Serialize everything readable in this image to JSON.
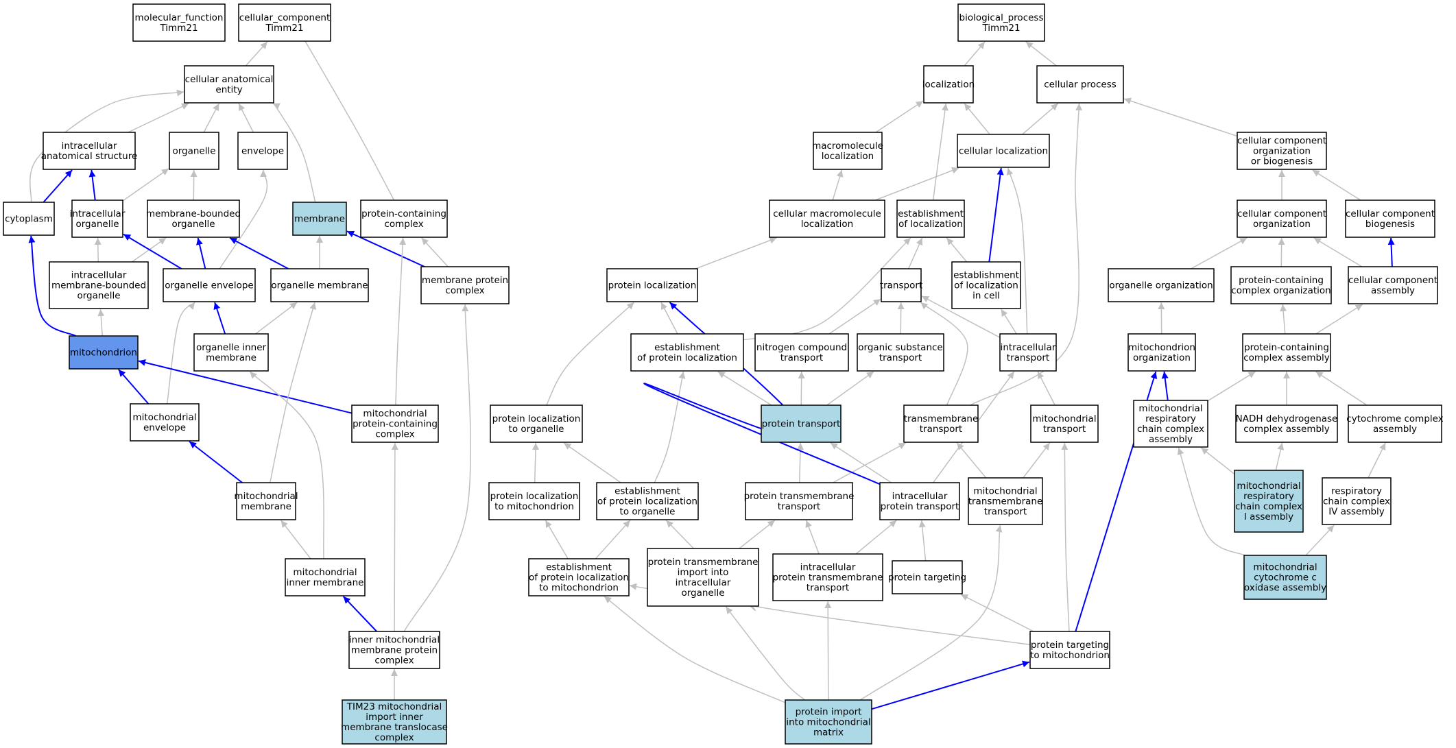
{
  "colors": {
    "node_default": "#ffffff",
    "node_highlight": "#add8e6",
    "node_focus": "#6495ed",
    "edge_is_a": "#c0c0c0",
    "edge_part_of": "#0000ff",
    "border": "#000000"
  },
  "nodes": [
    {
      "id": "mf_root",
      "lines": [
        "molecular_function",
        "Timm21"
      ],
      "fill": "default"
    },
    {
      "id": "cc_root",
      "lines": [
        "cellular_component",
        "Timm21"
      ],
      "fill": "default"
    },
    {
      "id": "bp_root",
      "lines": [
        "biological_process",
        "Timm21"
      ],
      "fill": "default"
    },
    {
      "id": "cae",
      "lines": [
        "cellular anatomical",
        "entity"
      ],
      "fill": "default"
    },
    {
      "id": "ias",
      "lines": [
        "intracellular",
        "anatomical structure"
      ],
      "fill": "default"
    },
    {
      "id": "organelle",
      "lines": [
        "organelle"
      ],
      "fill": "default"
    },
    {
      "id": "envelope",
      "lines": [
        "envelope"
      ],
      "fill": "default"
    },
    {
      "id": "cytoplasm",
      "lines": [
        "cytoplasm"
      ],
      "fill": "default"
    },
    {
      "id": "ic_org",
      "lines": [
        "intracellular",
        "organelle"
      ],
      "fill": "default"
    },
    {
      "id": "mb_org",
      "lines": [
        "membrane-bounded",
        "organelle"
      ],
      "fill": "default"
    },
    {
      "id": "membrane",
      "lines": [
        "membrane"
      ],
      "fill": "highlight"
    },
    {
      "id": "pcc",
      "lines": [
        "protein-containing",
        "complex"
      ],
      "fill": "default"
    },
    {
      "id": "imbo",
      "lines": [
        "intracellular",
        "membrane-bounded",
        "organelle"
      ],
      "fill": "default"
    },
    {
      "id": "org_env",
      "lines": [
        "organelle envelope"
      ],
      "fill": "default"
    },
    {
      "id": "org_mem",
      "lines": [
        "organelle membrane"
      ],
      "fill": "default"
    },
    {
      "id": "mpc",
      "lines": [
        "membrane protein",
        "complex"
      ],
      "fill": "default"
    },
    {
      "id": "mito",
      "lines": [
        "mitochondrion"
      ],
      "fill": "focus"
    },
    {
      "id": "oim",
      "lines": [
        "organelle inner",
        "membrane"
      ],
      "fill": "default"
    },
    {
      "id": "mito_env",
      "lines": [
        "mitochondrial",
        "envelope"
      ],
      "fill": "default"
    },
    {
      "id": "mpcc",
      "lines": [
        "mitochondrial",
        "protein-containing",
        "complex"
      ],
      "fill": "default"
    },
    {
      "id": "mito_mem",
      "lines": [
        "mitochondrial",
        "membrane"
      ],
      "fill": "default"
    },
    {
      "id": "mim",
      "lines": [
        "mitochondrial",
        "inner membrane"
      ],
      "fill": "default"
    },
    {
      "id": "imm_pc",
      "lines": [
        "inner mitochondrial",
        "membrane protein",
        "complex"
      ],
      "fill": "default"
    },
    {
      "id": "tim23",
      "lines": [
        "TIM23 mitochondrial",
        "import inner",
        "membrane translocase",
        "complex"
      ],
      "fill": "highlight"
    },
    {
      "id": "localization",
      "lines": [
        "localization"
      ],
      "fill": "default"
    },
    {
      "id": "cell_proc",
      "lines": [
        "cellular process"
      ],
      "fill": "default"
    },
    {
      "id": "macro_loc",
      "lines": [
        "macromolecule",
        "localization"
      ],
      "fill": "default"
    },
    {
      "id": "cell_loc",
      "lines": [
        "cellular localization"
      ],
      "fill": "default"
    },
    {
      "id": "cc_org_bio",
      "lines": [
        "cellular component",
        "organization",
        "or biogenesis"
      ],
      "fill": "default"
    },
    {
      "id": "cml",
      "lines": [
        "cellular macromolecule",
        "localization"
      ],
      "fill": "default"
    },
    {
      "id": "est_loc",
      "lines": [
        "establishment",
        "of localization"
      ],
      "fill": "default"
    },
    {
      "id": "cc_org",
      "lines": [
        "cellular component",
        "organization"
      ],
      "fill": "default"
    },
    {
      "id": "cc_bio",
      "lines": [
        "cellular component",
        "biogenesis"
      ],
      "fill": "default"
    },
    {
      "id": "prot_loc",
      "lines": [
        "protein localization"
      ],
      "fill": "default"
    },
    {
      "id": "transport",
      "lines": [
        "transport"
      ],
      "fill": "default"
    },
    {
      "id": "est_loc_cell",
      "lines": [
        "establishment",
        "of localization",
        "in cell"
      ],
      "fill": "default"
    },
    {
      "id": "org_org",
      "lines": [
        "organelle organization"
      ],
      "fill": "default"
    },
    {
      "id": "pcc_org",
      "lines": [
        "protein-containing",
        "complex organization"
      ],
      "fill": "default"
    },
    {
      "id": "cc_assembly",
      "lines": [
        "cellular component",
        "assembly"
      ],
      "fill": "default"
    },
    {
      "id": "est_prot_loc",
      "lines": [
        "establishment",
        "of protein localization"
      ],
      "fill": "default"
    },
    {
      "id": "nc_transport",
      "lines": [
        "nitrogen compound",
        "transport"
      ],
      "fill": "default"
    },
    {
      "id": "os_transport",
      "lines": [
        "organic substance",
        "transport"
      ],
      "fill": "default"
    },
    {
      "id": "ic_transport",
      "lines": [
        "intracellular",
        "transport"
      ],
      "fill": "default"
    },
    {
      "id": "mito_org",
      "lines": [
        "mitochondrion",
        "organization"
      ],
      "fill": "default"
    },
    {
      "id": "pcc_assembly",
      "lines": [
        "protein-containing",
        "complex assembly"
      ],
      "fill": "default"
    },
    {
      "id": "pl_org",
      "lines": [
        "protein localization",
        "to organelle"
      ],
      "fill": "default"
    },
    {
      "id": "prot_transport",
      "lines": [
        "protein transport"
      ],
      "fill": "highlight"
    },
    {
      "id": "tm_transport",
      "lines": [
        "transmembrane",
        "transport"
      ],
      "fill": "default"
    },
    {
      "id": "mito_transport",
      "lines": [
        "mitochondrial",
        "transport"
      ],
      "fill": "default"
    },
    {
      "id": "mrcca",
      "lines": [
        "mitochondrial",
        "respiratory",
        "chain complex",
        "assembly"
      ],
      "fill": "default"
    },
    {
      "id": "nadh",
      "lines": [
        "NADH dehydrogenase",
        "complex assembly"
      ],
      "fill": "default"
    },
    {
      "id": "cyt_cx",
      "lines": [
        "cytochrome complex",
        "assembly"
      ],
      "fill": "default"
    },
    {
      "id": "pl_mito",
      "lines": [
        "protein localization",
        "to mitochondrion"
      ],
      "fill": "default"
    },
    {
      "id": "epl_org",
      "lines": [
        "establishment",
        "of protein localization",
        "to organelle"
      ],
      "fill": "default"
    },
    {
      "id": "ptm_transport",
      "lines": [
        "protein transmembrane",
        "transport"
      ],
      "fill": "default"
    },
    {
      "id": "ic_prot_transport",
      "lines": [
        "intracellular",
        "protein transport"
      ],
      "fill": "default"
    },
    {
      "id": "mtm_transport",
      "lines": [
        "mitochondrial",
        "transmembrane",
        "transport"
      ],
      "fill": "default"
    },
    {
      "id": "mrcc1",
      "lines": [
        "mitochondrial",
        "respiratory",
        "chain complex",
        "I assembly"
      ],
      "fill": "highlight"
    },
    {
      "id": "rcc4",
      "lines": [
        "respiratory",
        "chain complex",
        "IV assembly"
      ],
      "fill": "default"
    },
    {
      "id": "epl_mito",
      "lines": [
        "establishment",
        "of protein localization",
        "to mitochondrion"
      ],
      "fill": "default"
    },
    {
      "id": "ptm_import",
      "lines": [
        "protein transmembrane",
        "import into",
        "intracellular",
        "organelle"
      ],
      "fill": "default"
    },
    {
      "id": "ic_ptm_transport",
      "lines": [
        "intracellular",
        "protein transmembrane",
        "transport"
      ],
      "fill": "default"
    },
    {
      "id": "prot_targeting",
      "lines": [
        "protein targeting"
      ],
      "fill": "default"
    },
    {
      "id": "mcco",
      "lines": [
        "mitochondrial",
        "cytochrome c",
        "oxidase assembly"
      ],
      "fill": "highlight"
    },
    {
      "id": "pt_mito",
      "lines": [
        "protein targeting",
        "to mitochondrion"
      ],
      "fill": "default"
    },
    {
      "id": "pimm",
      "lines": [
        "protein import",
        "into mitochondrial",
        "matrix"
      ],
      "fill": "highlight"
    }
  ],
  "edges": [
    {
      "from": "cae",
      "to": "cc_root",
      "type": "is_a"
    },
    {
      "from": "pcc",
      "to": "cc_root",
      "type": "is_a"
    },
    {
      "from": "ias",
      "to": "cae",
      "type": "is_a"
    },
    {
      "from": "organelle",
      "to": "cae",
      "type": "is_a"
    },
    {
      "from": "envelope",
      "to": "cae",
      "type": "is_a"
    },
    {
      "from": "membrane",
      "to": "cae",
      "type": "is_a"
    },
    {
      "from": "cytoplasm",
      "to": "cae",
      "type": "is_a"
    },
    {
      "from": "cytoplasm",
      "to": "ias",
      "type": "part_of"
    },
    {
      "from": "ic_org",
      "to": "ias",
      "type": "part_of"
    },
    {
      "from": "ic_org",
      "to": "organelle",
      "type": "is_a"
    },
    {
      "from": "mb_org",
      "to": "organelle",
      "type": "is_a"
    },
    {
      "from": "imbo",
      "to": "ic_org",
      "type": "is_a"
    },
    {
      "from": "imbo",
      "to": "mb_org",
      "type": "is_a"
    },
    {
      "from": "org_env",
      "to": "ic_org",
      "type": "part_of"
    },
    {
      "from": "org_env",
      "to": "envelope",
      "type": "is_a"
    },
    {
      "from": "org_env",
      "to": "mb_org",
      "type": "part_of"
    },
    {
      "from": "org_mem",
      "to": "mb_org",
      "type": "part_of"
    },
    {
      "from": "org_mem",
      "to": "membrane",
      "type": "is_a"
    },
    {
      "from": "mpc",
      "to": "membrane",
      "type": "part_of"
    },
    {
      "from": "mpc",
      "to": "pcc",
      "type": "is_a"
    },
    {
      "from": "mito",
      "to": "cytoplasm",
      "type": "part_of"
    },
    {
      "from": "mito",
      "to": "imbo",
      "type": "is_a"
    },
    {
      "from": "oim",
      "to": "org_env",
      "type": "part_of"
    },
    {
      "from": "oim",
      "to": "org_mem",
      "type": "is_a"
    },
    {
      "from": "mito_env",
      "to": "mito",
      "type": "part_of"
    },
    {
      "from": "mito_env",
      "to": "org_env",
      "type": "is_a"
    },
    {
      "from": "mpcc",
      "to": "mito",
      "type": "part_of"
    },
    {
      "from": "mpcc",
      "to": "pcc",
      "type": "is_a"
    },
    {
      "from": "mito_mem",
      "to": "mito_env",
      "type": "part_of"
    },
    {
      "from": "mito_mem",
      "to": "org_mem",
      "type": "is_a"
    },
    {
      "from": "mim",
      "to": "mito_mem",
      "type": "is_a"
    },
    {
      "from": "mim",
      "to": "oim",
      "type": "is_a"
    },
    {
      "from": "imm_pc",
      "to": "mim",
      "type": "part_of"
    },
    {
      "from": "imm_pc",
      "to": "mpcc",
      "type": "is_a"
    },
    {
      "from": "imm_pc",
      "to": "mpc",
      "type": "is_a"
    },
    {
      "from": "tim23",
      "to": "imm_pc",
      "type": "is_a"
    },
    {
      "from": "localization",
      "to": "bp_root",
      "type": "is_a"
    },
    {
      "from": "cell_proc",
      "to": "bp_root",
      "type": "is_a"
    },
    {
      "from": "macro_loc",
      "to": "localization",
      "type": "is_a"
    },
    {
      "from": "cell_loc",
      "to": "localization",
      "type": "is_a"
    },
    {
      "from": "cell_loc",
      "to": "cell_proc",
      "type": "is_a"
    },
    {
      "from": "cc_org_bio",
      "to": "cell_proc",
      "type": "is_a"
    },
    {
      "from": "cml",
      "to": "macro_loc",
      "type": "is_a"
    },
    {
      "from": "cml",
      "to": "cell_loc",
      "type": "is_a"
    },
    {
      "from": "est_loc",
      "to": "localization",
      "type": "is_a"
    },
    {
      "from": "cc_org",
      "to": "cc_org_bio",
      "type": "is_a"
    },
    {
      "from": "cc_bio",
      "to": "cc_org_bio",
      "type": "is_a"
    },
    {
      "from": "prot_loc",
      "to": "cml",
      "type": "is_a"
    },
    {
      "from": "transport",
      "to": "est_loc",
      "type": "is_a"
    },
    {
      "from": "est_loc_cell",
      "to": "est_loc",
      "type": "is_a"
    },
    {
      "from": "est_loc_cell",
      "to": "cell_loc",
      "type": "part_of"
    },
    {
      "from": "org_org",
      "to": "cc_org",
      "type": "is_a"
    },
    {
      "from": "pcc_org",
      "to": "cc_org",
      "type": "is_a"
    },
    {
      "from": "cc_assembly",
      "to": "cc_org",
      "type": "is_a"
    },
    {
      "from": "cc_assembly",
      "to": "cc_bio",
      "type": "part_of"
    },
    {
      "from": "est_prot_loc",
      "to": "prot_loc",
      "type": "is_a"
    },
    {
      "from": "est_prot_loc",
      "to": "est_loc",
      "type": "is_a"
    },
    {
      "from": "nc_transport",
      "to": "transport",
      "type": "is_a"
    },
    {
      "from": "os_transport",
      "to": "transport",
      "type": "is_a"
    },
    {
      "from": "ic_transport",
      "to": "transport",
      "type": "is_a"
    },
    {
      "from": "ic_transport",
      "to": "est_loc_cell",
      "type": "is_a"
    },
    {
      "from": "ic_transport",
      "to": "cell_loc",
      "type": "is_a"
    },
    {
      "from": "mito_org",
      "to": "org_org",
      "type": "is_a"
    },
    {
      "from": "pcc_assembly",
      "to": "pcc_org",
      "type": "is_a"
    },
    {
      "from": "pcc_assembly",
      "to": "cc_assembly",
      "type": "is_a"
    },
    {
      "from": "pl_org",
      "to": "prot_loc",
      "type": "is_a"
    },
    {
      "from": "prot_transport",
      "to": "est_prot_loc",
      "type": "is_a"
    },
    {
      "from": "prot_transport",
      "to": "nc_transport",
      "type": "is_a"
    },
    {
      "from": "prot_transport",
      "to": "os_transport",
      "type": "is_a"
    },
    {
      "from": "tm_transport",
      "to": "transport",
      "type": "is_a"
    },
    {
      "from": "tm_transport",
      "to": "cell_proc",
      "type": "is_a"
    },
    {
      "from": "mito_transport",
      "to": "ic_transport",
      "type": "is_a"
    },
    {
      "from": "mrcca",
      "to": "mito_org",
      "type": "part_of"
    },
    {
      "from": "mrcca",
      "to": "pcc_assembly",
      "type": "is_a"
    },
    {
      "from": "nadh",
      "to": "pcc_assembly",
      "type": "is_a"
    },
    {
      "from": "cyt_cx",
      "to": "pcc_assembly",
      "type": "is_a"
    },
    {
      "from": "pl_mito",
      "to": "pl_org",
      "type": "is_a"
    },
    {
      "from": "epl_org",
      "to": "pl_org",
      "type": "is_a"
    },
    {
      "from": "epl_org",
      "to": "est_prot_loc",
      "type": "is_a"
    },
    {
      "from": "ptm_transport",
      "to": "prot_transport",
      "type": "is_a"
    },
    {
      "from": "ptm_transport",
      "to": "tm_transport",
      "type": "is_a"
    },
    {
      "from": "ic_prot_transport",
      "to": "prot_loc",
      "type": "part_of"
    },
    {
      "from": "ic_prot_transport",
      "to": "prot_transport",
      "type": "is_a"
    },
    {
      "from": "ic_prot_transport",
      "to": "ic_transport",
      "type": "is_a"
    },
    {
      "from": "mtm_transport",
      "to": "tm_transport",
      "type": "is_a"
    },
    {
      "from": "mtm_transport",
      "to": "mito_transport",
      "type": "is_a"
    },
    {
      "from": "mrcc1",
      "to": "mrcca",
      "type": "is_a"
    },
    {
      "from": "mrcc1",
      "to": "nadh",
      "type": "is_a"
    },
    {
      "from": "rcc4",
      "to": "cyt_cx",
      "type": "is_a"
    },
    {
      "from": "epl_mito",
      "to": "pl_mito",
      "type": "is_a"
    },
    {
      "from": "epl_mito",
      "to": "epl_org",
      "type": "is_a"
    },
    {
      "from": "ptm_import",
      "to": "epl_org",
      "type": "is_a"
    },
    {
      "from": "ptm_import",
      "to": "ptm_transport",
      "type": "is_a"
    },
    {
      "from": "ic_ptm_transport",
      "to": "ptm_transport",
      "type": "is_a"
    },
    {
      "from": "ic_ptm_transport",
      "to": "ic_prot_transport",
      "type": "is_a"
    },
    {
      "from": "prot_targeting",
      "to": "ic_prot_transport",
      "type": "is_a"
    },
    {
      "from": "mcco",
      "to": "mrcca",
      "type": "is_a"
    },
    {
      "from": "mcco",
      "to": "rcc4",
      "type": "is_a"
    },
    {
      "from": "pt_mito",
      "to": "epl_mito",
      "type": "is_a"
    },
    {
      "from": "pt_mito",
      "to": "prot_targeting",
      "type": "is_a"
    },
    {
      "from": "pt_mito",
      "to": "mito_transport",
      "type": "is_a"
    },
    {
      "from": "pt_mito",
      "to": "mito_org",
      "type": "part_of"
    },
    {
      "from": "pimm",
      "to": "epl_mito",
      "type": "is_a"
    },
    {
      "from": "pimm",
      "to": "ptm_import",
      "type": "is_a"
    },
    {
      "from": "pimm",
      "to": "ic_ptm_transport",
      "type": "is_a"
    },
    {
      "from": "pimm",
      "to": "mtm_transport",
      "type": "is_a"
    },
    {
      "from": "pimm",
      "to": "pt_mito",
      "type": "part_of"
    }
  ]
}
